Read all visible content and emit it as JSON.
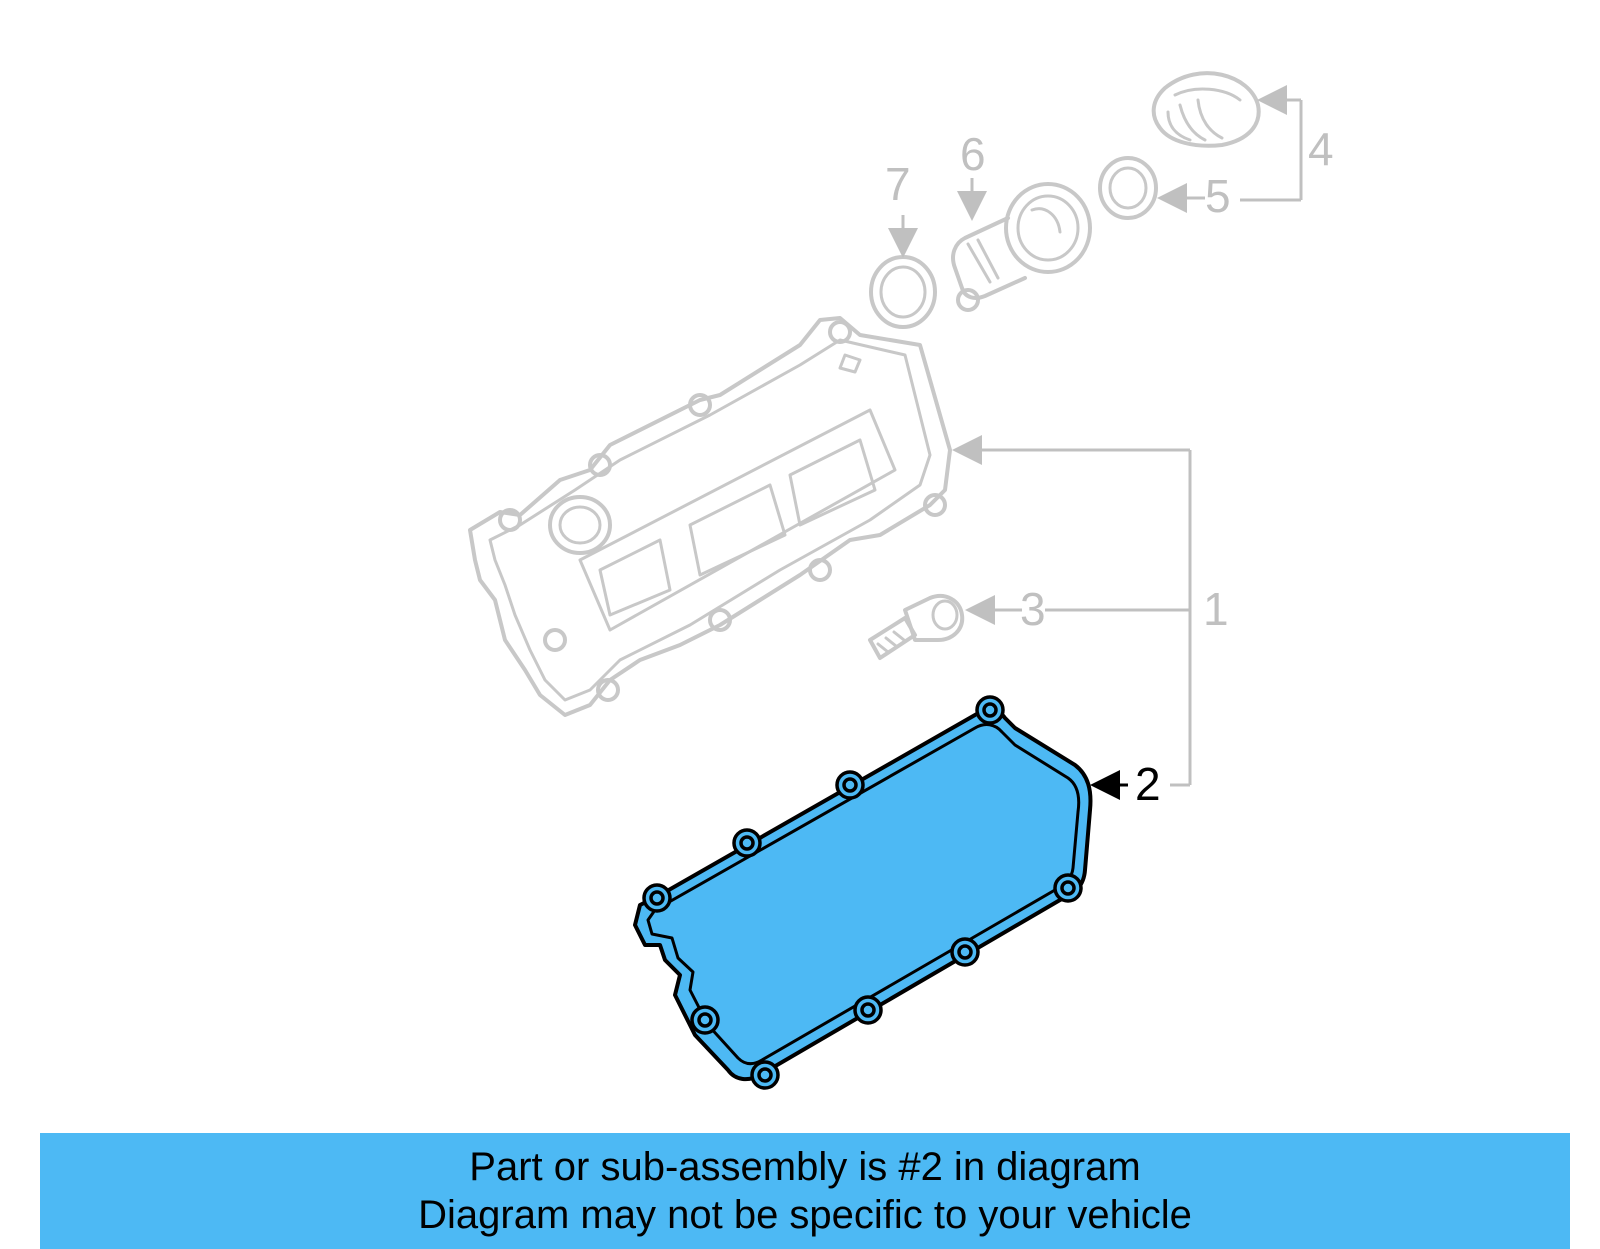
{
  "diagram": {
    "callouts": {
      "c1": "1",
      "c2": "2",
      "c3": "3",
      "c4": "4",
      "c5": "5",
      "c6": "6",
      "c7": "7"
    },
    "colors": {
      "highlight": "#4db9f4",
      "ghost": "#c8c8c8",
      "outline": "#000000"
    },
    "highlighted_part": "2"
  },
  "banner": {
    "line1": "Part or sub-assembly is #2 in diagram",
    "line2": "Diagram may not be specific to your vehicle"
  }
}
